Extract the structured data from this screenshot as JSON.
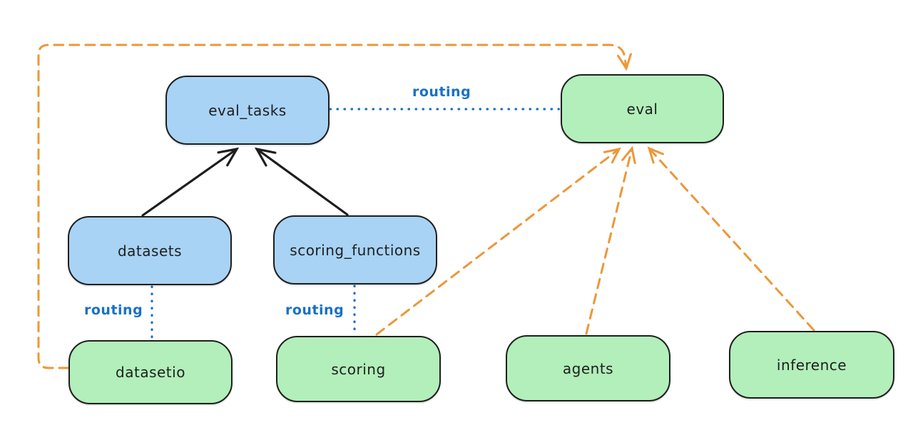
{
  "diagram": {
    "description": "Provider routing diagram with api boxes and provider boxes",
    "colors": {
      "blue_node_fill": "#a8d3f5",
      "green_node_fill": "#b2efba",
      "node_stroke": "#1e1e1e",
      "routing_blue": "#1971c2",
      "dashed_orange": "#ec9739",
      "background": "#ffffff"
    },
    "nodes": [
      {
        "id": "eval_tasks",
        "label": "eval_tasks",
        "color": "blue"
      },
      {
        "id": "eval",
        "label": "eval",
        "color": "green"
      },
      {
        "id": "datasets",
        "label": "datasets",
        "color": "blue"
      },
      {
        "id": "scoring_functions",
        "label": "scoring_functions",
        "color": "blue"
      },
      {
        "id": "datasetio",
        "label": "datasetio",
        "color": "green"
      },
      {
        "id": "scoring",
        "label": "scoring",
        "color": "green"
      },
      {
        "id": "agents",
        "label": "agents",
        "color": "green"
      },
      {
        "id": "inference",
        "label": "inference",
        "color": "green"
      }
    ],
    "edges": [
      {
        "from": "datasets",
        "to": "eval_tasks",
        "style": "solid-arrow",
        "color": "black",
        "label": ""
      },
      {
        "from": "scoring_functions",
        "to": "eval_tasks",
        "style": "solid-arrow",
        "color": "black",
        "label": ""
      },
      {
        "from": "eval_tasks",
        "to": "eval",
        "style": "dotted",
        "color": "blue",
        "label": "routing"
      },
      {
        "from": "datasets",
        "to": "datasetio",
        "style": "dotted",
        "color": "blue",
        "label": "routing"
      },
      {
        "from": "scoring_functions",
        "to": "scoring",
        "style": "dotted",
        "color": "blue",
        "label": "routing"
      },
      {
        "from": "datasetio",
        "to": "eval",
        "style": "dashed-arrow",
        "color": "orange",
        "label": ""
      },
      {
        "from": "scoring",
        "to": "eval",
        "style": "dashed-arrow",
        "color": "orange",
        "label": ""
      },
      {
        "from": "agents",
        "to": "eval",
        "style": "dashed-arrow",
        "color": "orange",
        "label": ""
      },
      {
        "from": "inference",
        "to": "eval",
        "style": "dashed-arrow",
        "color": "orange",
        "label": ""
      }
    ]
  }
}
